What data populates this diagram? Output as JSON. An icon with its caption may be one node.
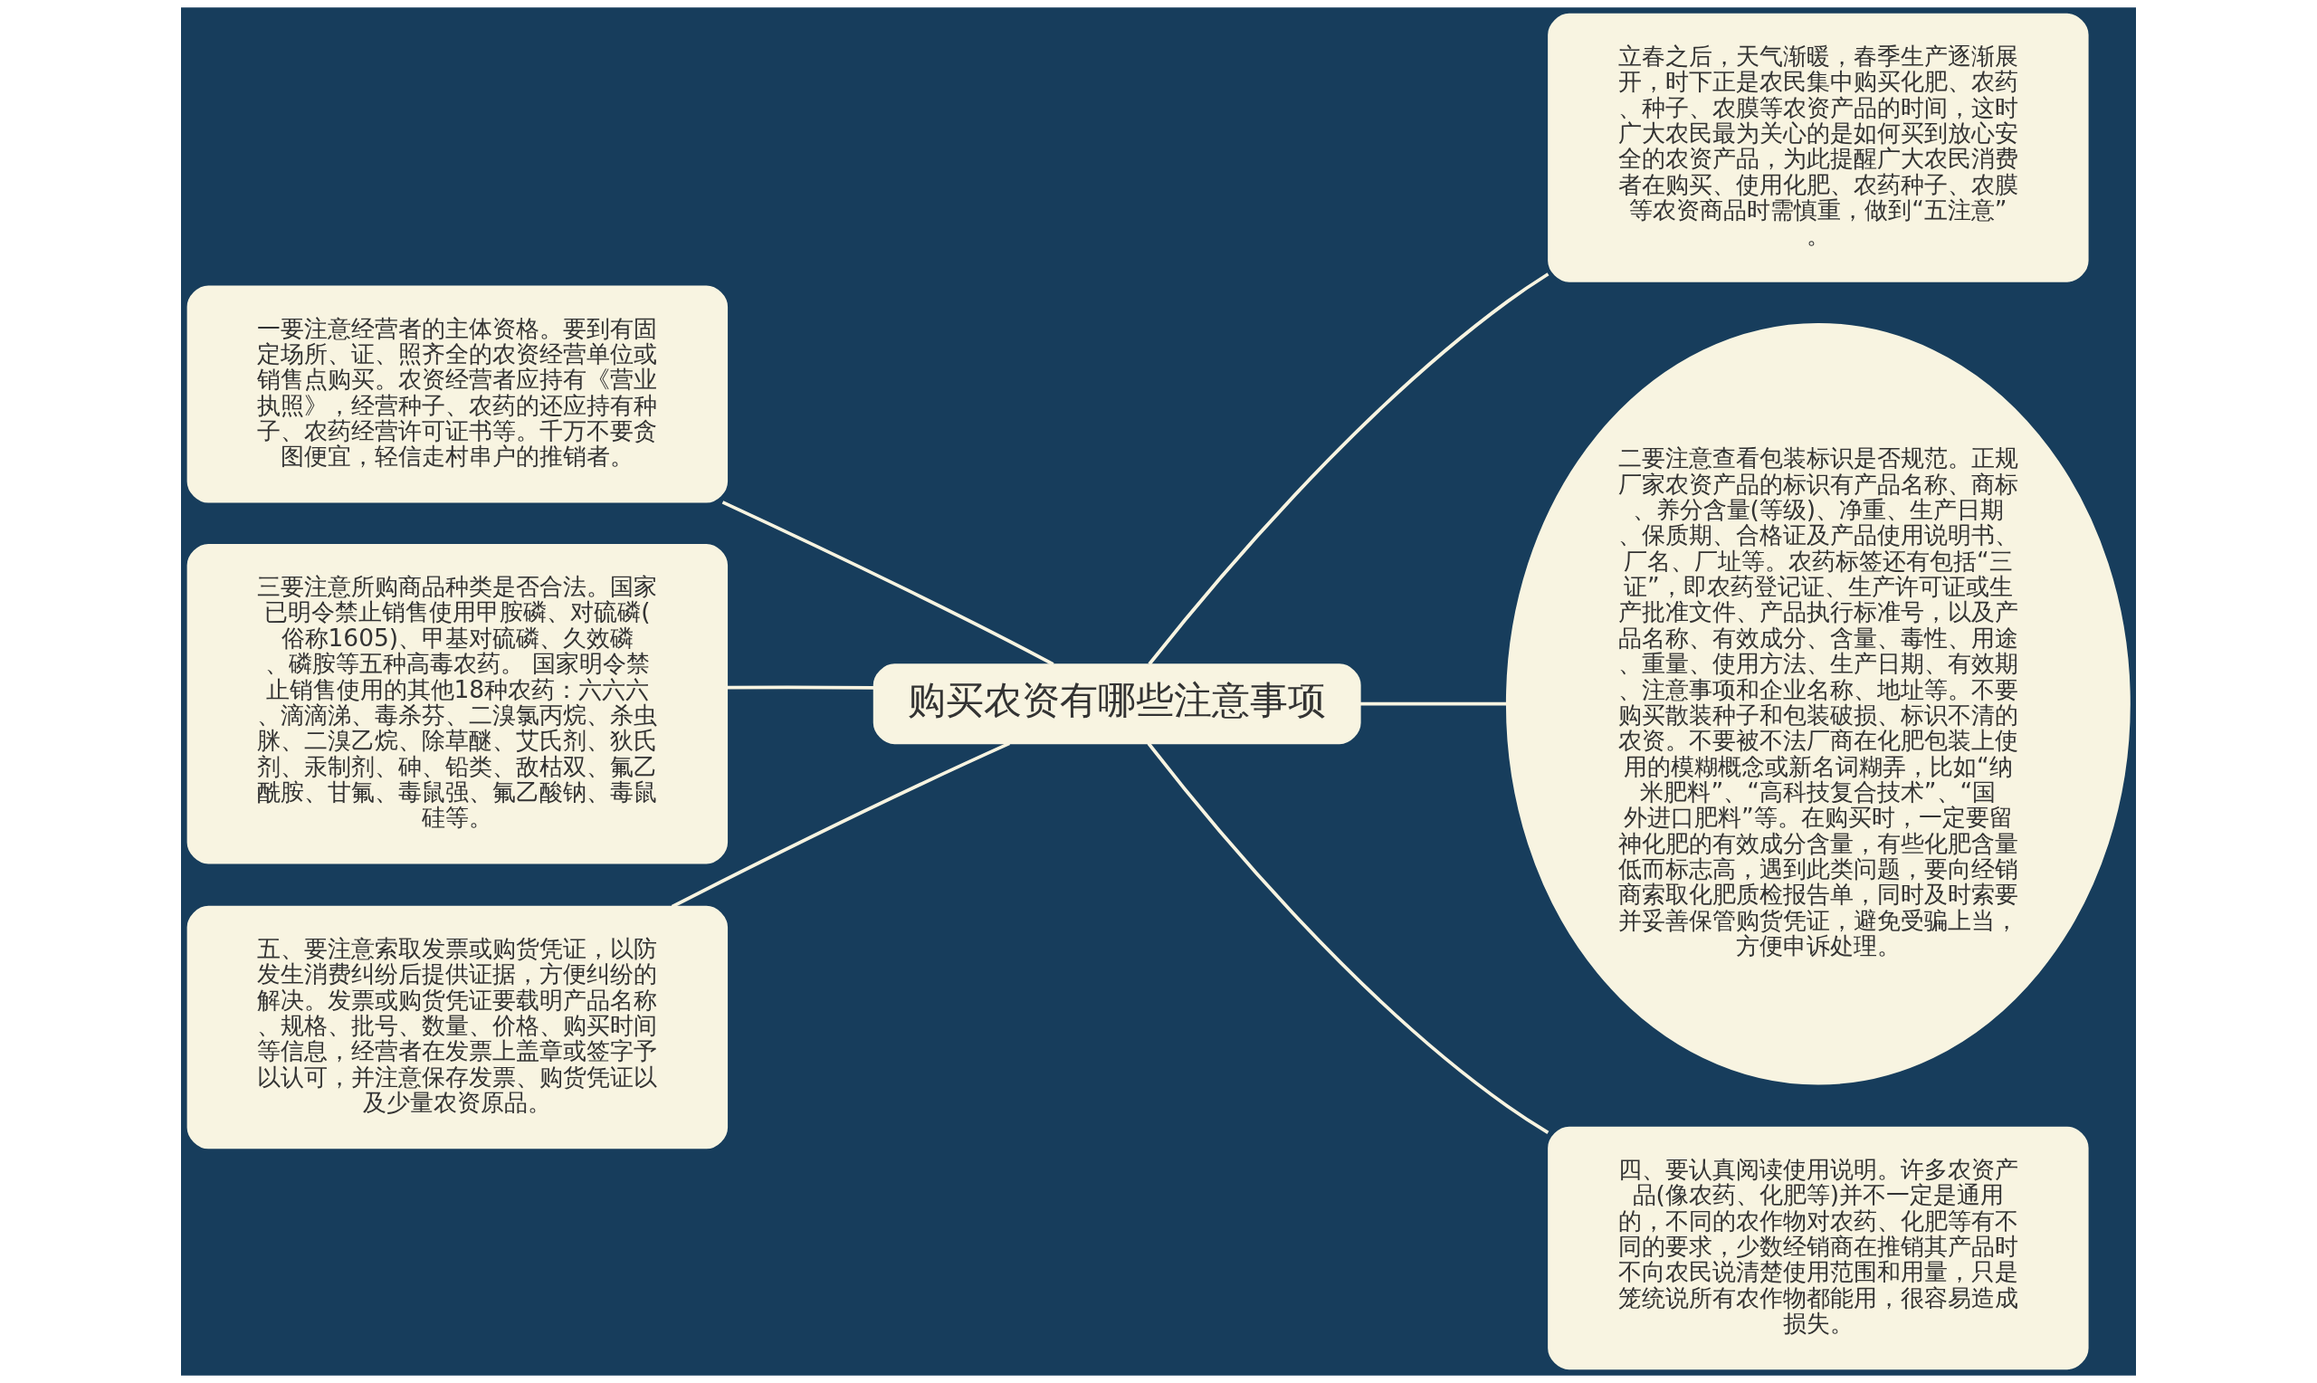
{
  "diagram": {
    "nodes": [
      {
        "text": [
          "购买农资有哪些注意事项"
        ]
      },
      {
        "text": [
          "一要注意经营者的主体资格。要到有固定场所、证、照齐全的农资经营单位或销售点购买。农资经营者应持有《营业执照》，经营种子、农药的还应持有种子、农药经营许可证书等。千万不要贪图便宜，轻信走村串户的推销者。"
        ]
      },
      {
        "text": [
          "三要注意所购商品种类是否合法。国家已明令禁止销售使用甲胺磷、对硫磷(俗称1605)、甲基对硫磷、久效磷、磷胺等五种高毒农药。 国家明令禁止销售使用的其他18种农药：六六六、滴滴涕、毒杀芬、二溴氯丙烷、杀虫脒、二溴乙烷、除草醚、艾氏剂、狄氏剂、汞制剂、砷、铅类、敌枯双、氟乙酰胺、甘氟、毒鼠强、氟乙酸钠、毒鼠硅等。"
        ]
      },
      {
        "text": [
          "五、要注意索取发票或购货凭证，以防发生消费纠纷后提供证据，方便纠纷的解决。发票或购货凭证要载明产品名称、规格、批号、数量、价格、购买时间等信息，经营者在发票上盖章或签字予以认可，并注意保存发票、购货凭证以及少量农资原品。"
        ]
      },
      {
        "text": [
          "立春之后，天气渐暖，春季生产逐渐展开，时下正是农民集中购买化肥、农药、种子、农膜等农资产品的时间，这时广大农民最为关心的是如何买到放心安全的农资产品，为此提醒广大农民消费者在购买、使用化肥、农药种子、农膜等农资商品时需慎重，做到“五注意”。"
        ]
      },
      {
        "text": [
          "二要注意查看包装标识是否规范。正规厂家农资产品的标识有产品名称、商标、养分含量(等级)、净重、生产日期、保质期、合格证及产品使用说明书、厂名、厂址等。农药标签还有包括“三证”，即农药登记证、生产许可证或生产批准文件、产品执行标准号，以及产品名称、有效成分、含量、毒性、用途、重量、使用方法、生产日期、有效期、注意事项和企业名称、地址等。不要购买散装种子和包装破损、标识不清的农资。不要被不法厂商在化肥包装上使用的模糊概念或新名词糊弄，比如“纳米肥料”、“高科技复合技术”、“国外进口肥料”等。在购买时，一定要留神化肥的有效成分含量，有些化肥含量低而标志高，遇到此类问题，要向经销商索取化肥质检报告单，同时及时索要并妥善保管购货凭证，避免受骗上当，方便申诉处理。"
        ]
      },
      {
        "text": [
          "四、要认真阅读使用说明。许多农资产品(像农药、化肥等)并不一定是通用的，不同的农作物对农药、化肥等有不同的要求，少数经销商在推销其产品时不向农民说清楚使用范围和用量，只是笼统说所有农作物都能用，很容易造成损失。"
        ]
      }
    ],
    "edges": [
      {
        "from": 0,
        "to": 1,
        "arrow": "none"
      },
      {
        "from": 0,
        "to": 2,
        "arrow": "none"
      },
      {
        "from": 0,
        "to": 3,
        "arrow": "none"
      },
      {
        "from": 0,
        "to": 4,
        "arrow": "none"
      },
      {
        "from": 0,
        "to": 5,
        "arrow": "none"
      },
      {
        "from": 0,
        "to": 6,
        "arrow": "none"
      }
    ]
  }
}
